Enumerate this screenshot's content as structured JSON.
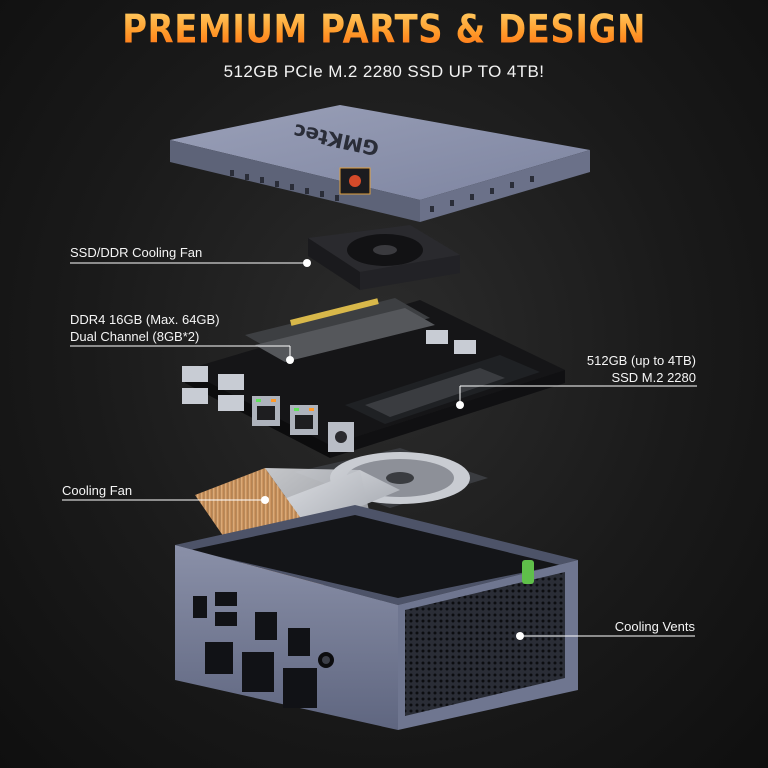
{
  "headline": "PREMIUM PARTS & DESIGN",
  "subheadline": "512GB PCIe M.2 2280 SSD UP TO 4TB!",
  "brand_logo_text": "GMKtec",
  "callouts": {
    "ssd_ddr_fan": "SSD/DDR Cooling Fan",
    "ddr4_line1": "DDR4 16GB (Max. 64GB)",
    "ddr4_line2": "Dual Channel (8GB*2)",
    "ssd_line1": "512GB (up to 4TB)",
    "ssd_line2": "SSD M.2 2280",
    "cooling_fan": "Cooling Fan",
    "cooling_vents": "Cooling Vents"
  },
  "colors": {
    "headline_top": "#ffd36a",
    "headline_bottom": "#ff6a12",
    "chassis": "#6f7690",
    "copper": "#d8a46a",
    "led_green": "#5fe35a",
    "led_orange": "#ff9a2a"
  }
}
